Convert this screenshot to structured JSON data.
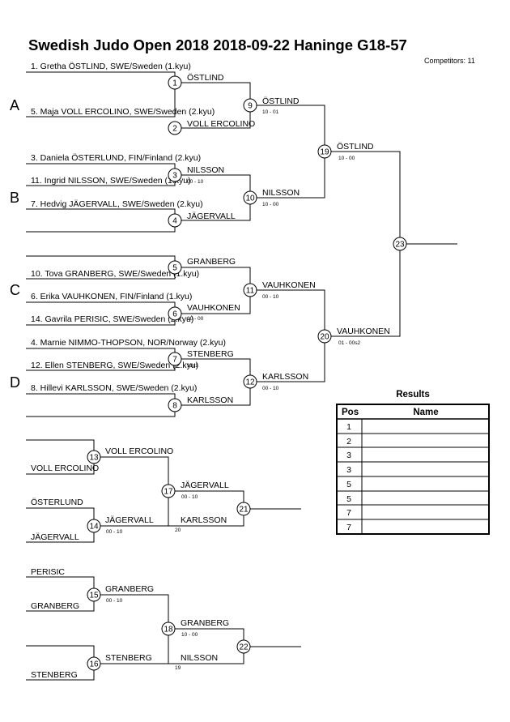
{
  "header": {
    "title": "Swedish Judo Open 2018   2018-09-22  Haninge    G18-57",
    "competitors": "Competitors: 11"
  },
  "pools": [
    "A",
    "B",
    "C",
    "D"
  ],
  "entries": [
    "1. Gretha ÖSTLIND, SWE/Sweden (1.kyu)",
    "5. Maja VOLL ERCOLINO, SWE/Sweden (2.kyu)",
    "3. Daniela ÖSTERLUND, FIN/Finland (2.kyu)",
    "11. Ingrid NILSSON, SWE/Sweden (1.kyu)",
    "7. Hedvig JÄGERVALL, SWE/Sweden (2.kyu)",
    "10. Tova GRANBERG, SWE/Sweden (1.kyu)",
    "6. Erika VAUHKONEN, FIN/Finland (1.kyu)",
    "14. Gavrila PERISIC, SWE/Sweden (2.kyu)",
    "4. Marnie NIMMO-THOPSON, NOR/Norway (2.kyu)",
    "12. Ellen STENBERG, SWE/Sweden (2.kyu)",
    "8. Hillevi KARLSSON, SWE/Sweden (2.kyu)"
  ],
  "matches": [
    {
      "n": "1",
      "winner": "ÖSTLIND",
      "score": ""
    },
    {
      "n": "2",
      "winner": "VOLL ERCOLINO",
      "score": ""
    },
    {
      "n": "3",
      "winner": "NILSSON",
      "score": "00 - 10"
    },
    {
      "n": "4",
      "winner": "JÄGERVALL",
      "score": ""
    },
    {
      "n": "5",
      "winner": "GRANBERG",
      "score": ""
    },
    {
      "n": "6",
      "winner": "VAUHKONEN",
      "score": "10 - 00"
    },
    {
      "n": "7",
      "winner": "STENBERG",
      "score": "11s1"
    },
    {
      "n": "8",
      "winner": "KARLSSON",
      "score": ""
    },
    {
      "n": "9",
      "winner": "ÖSTLIND",
      "score": "10 - 01"
    },
    {
      "n": "10",
      "winner": "NILSSON",
      "score": "10 - 00"
    },
    {
      "n": "11",
      "winner": "VAUHKONEN",
      "score": "00 - 10"
    },
    {
      "n": "12",
      "winner": "KARLSSON",
      "score": "00 - 10"
    },
    {
      "n": "19",
      "winner": "ÖSTLIND",
      "score": "10 - 00"
    },
    {
      "n": "20",
      "winner": "VAUHKONEN",
      "score": "01 - 00s2"
    },
    {
      "n": "23",
      "winner": "",
      "score": ""
    }
  ],
  "repechage": [
    {
      "entrants": [
        "VOLL ERCOLINO",
        "ÖSTERLUND",
        "JÄGERVALL"
      ],
      "matches": [
        {
          "n": "13",
          "winner": "VOLL ERCOLINO",
          "score": ""
        },
        {
          "n": "14",
          "winner": "JÄGERVALL",
          "score": "00 - 10"
        },
        {
          "n": "17",
          "winner": "JÄGERVALL",
          "score": "00 - 10"
        },
        {
          "n": "21",
          "winner": "",
          "score": ""
        }
      ],
      "opponent": {
        "name": "KARLSSON",
        "score": "20"
      }
    },
    {
      "entrants": [
        "PERISIC",
        "GRANBERG",
        "STENBERG"
      ],
      "matches": [
        {
          "n": "15",
          "winner": "GRANBERG",
          "score": "00 - 10"
        },
        {
          "n": "16",
          "winner": "STENBERG",
          "score": ""
        },
        {
          "n": "18",
          "winner": "GRANBERG",
          "score": "10 - 00"
        },
        {
          "n": "22",
          "winner": "",
          "score": ""
        }
      ],
      "opponent": {
        "name": "NILSSON",
        "score": "19"
      }
    }
  ],
  "results": {
    "title": "Results",
    "headers": [
      "Pos",
      "Name"
    ],
    "positions": [
      "1",
      "2",
      "3",
      "3",
      "5",
      "5",
      "7",
      "7"
    ]
  }
}
